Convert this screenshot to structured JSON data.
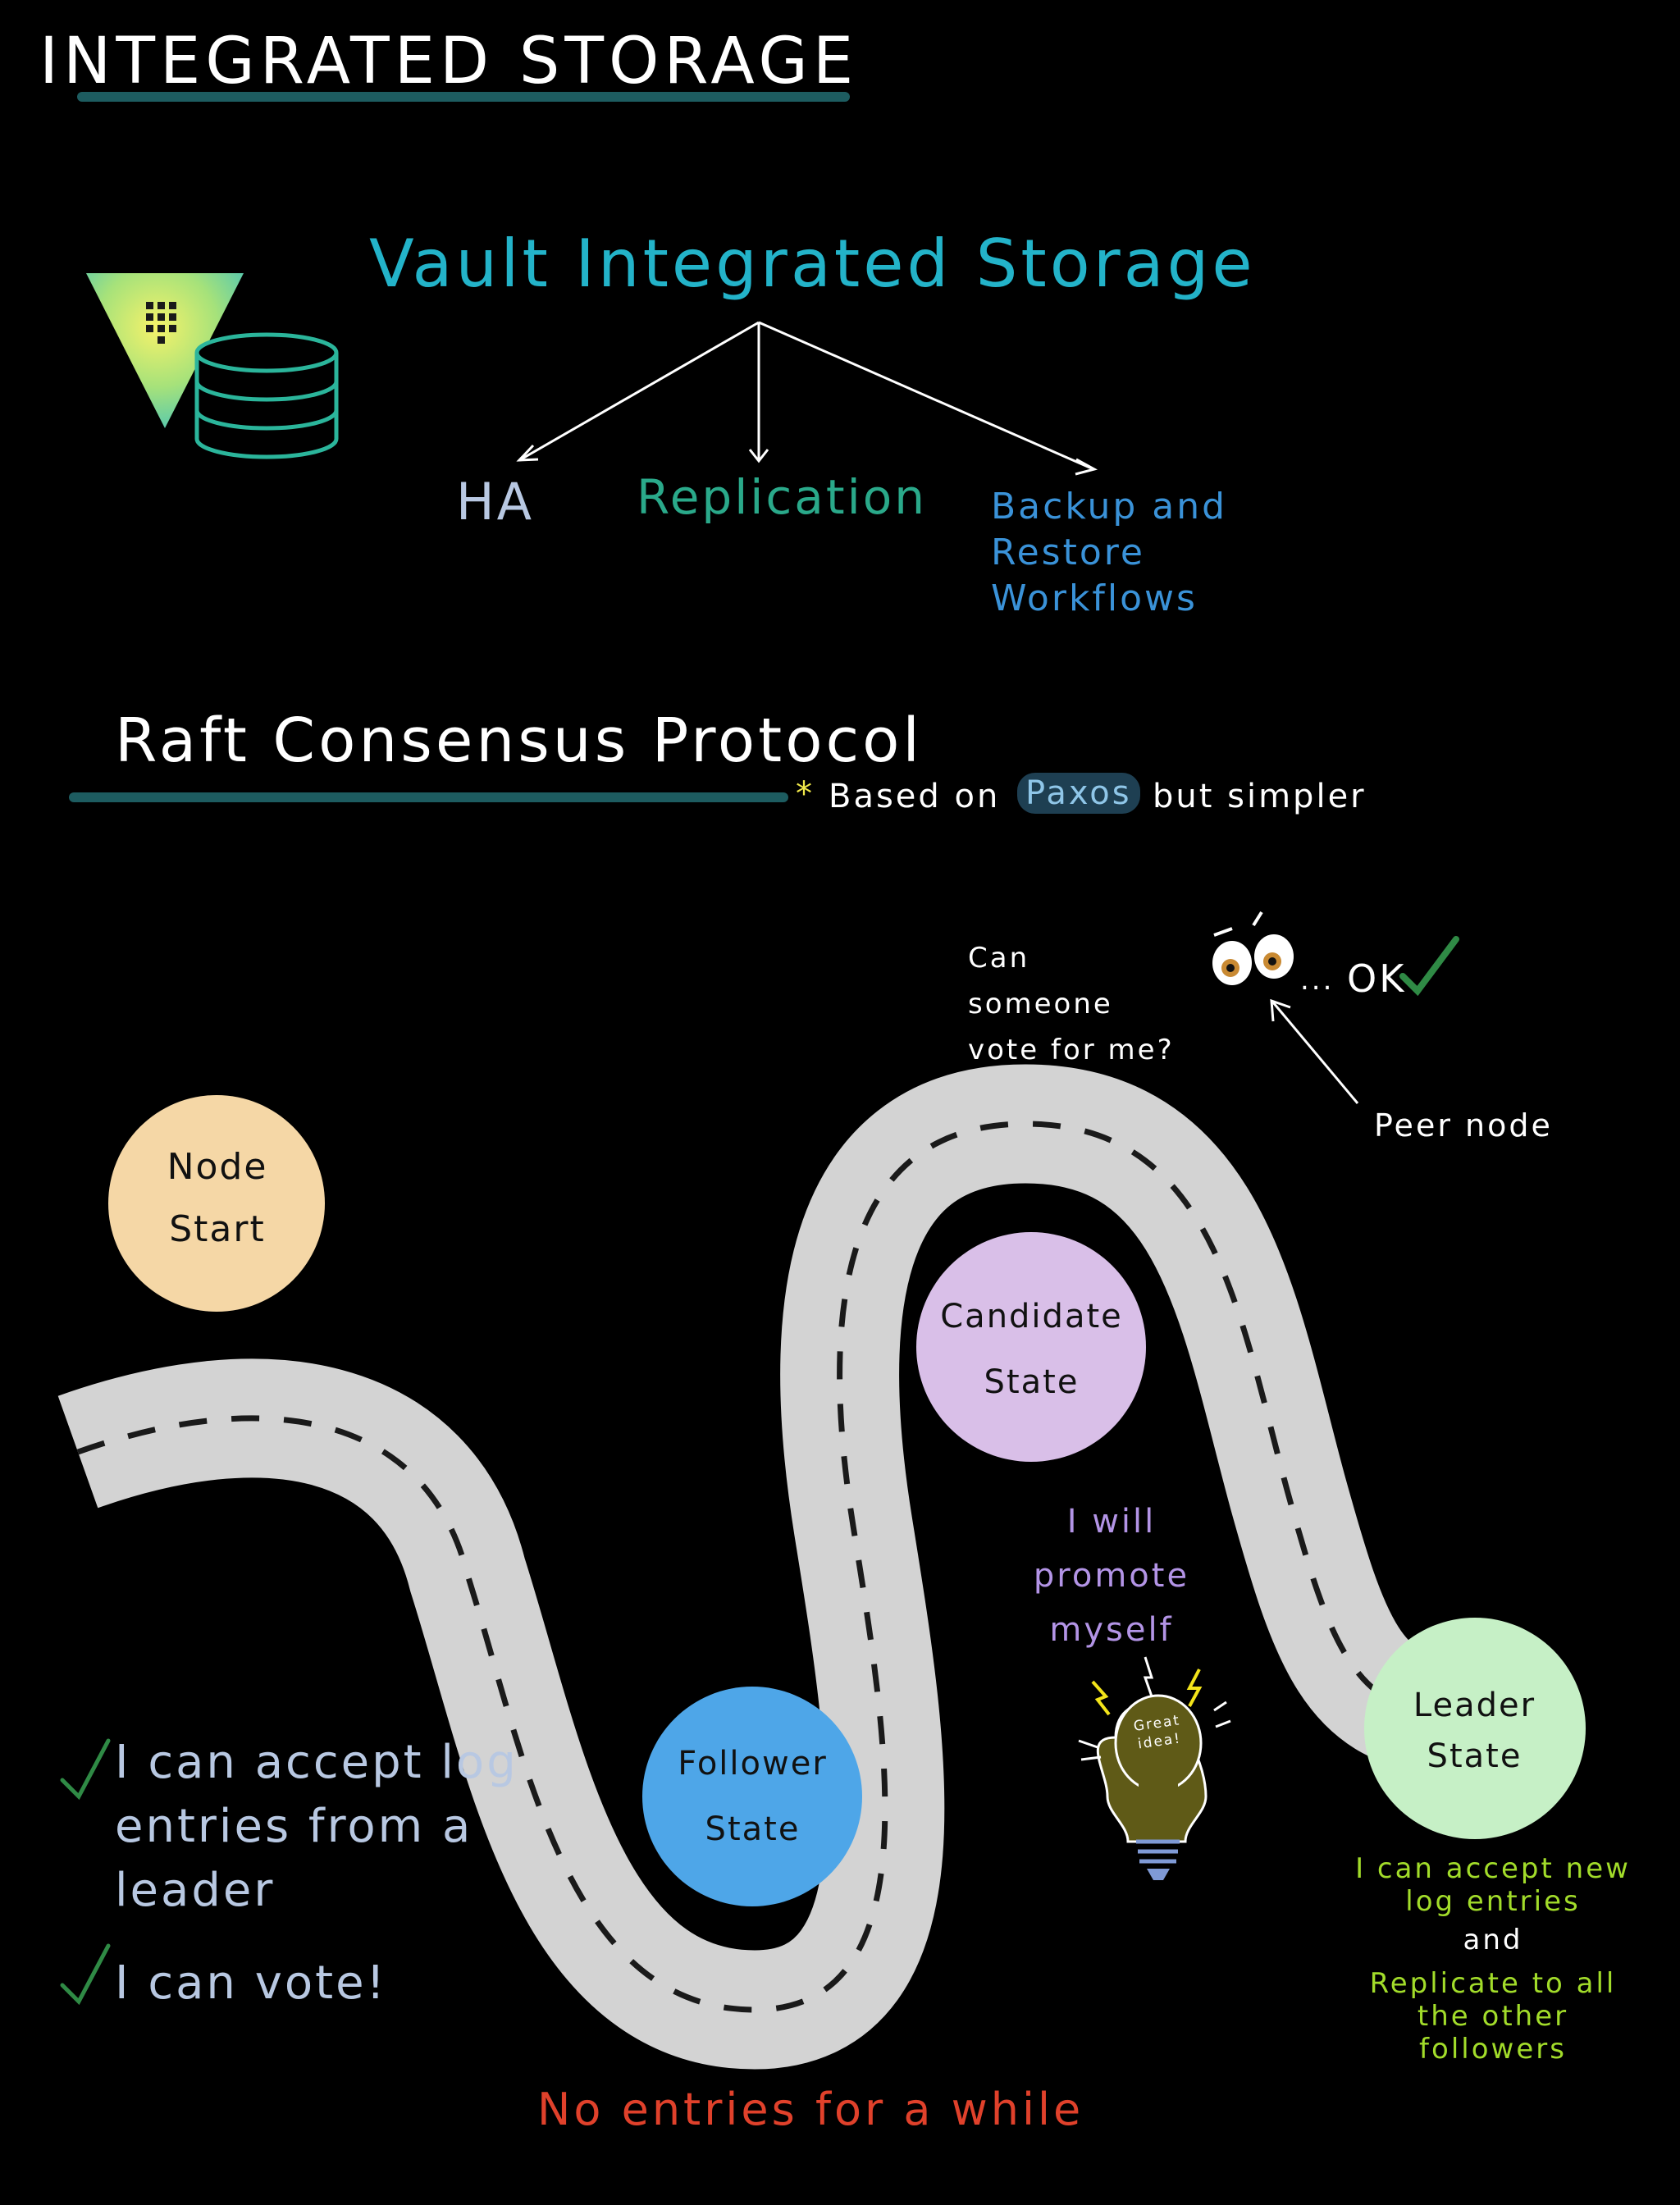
{
  "header": {
    "title": "INTEGRATED STORAGE"
  },
  "vault_section": {
    "title": "Vault Integrated Storage",
    "branches": {
      "ha": "HA",
      "replication": "Replication",
      "backup": "Backup and Restore Workflows"
    }
  },
  "raft_section": {
    "title": "Raft Consensus Protocol",
    "note_star": "*",
    "note_prefix": "Based on",
    "note_highlight": "Paxos",
    "note_suffix": "but simpler"
  },
  "peer": {
    "question": "Can someone vote for me?",
    "dots": "...",
    "ok": "OK",
    "label": "Peer node"
  },
  "states": {
    "node_start": "Node Start",
    "follower": "Follower State",
    "candidate": "Candidate State",
    "leader": "Leader State"
  },
  "notes": {
    "follower_log": "I can accept log entries from a leader",
    "follower_vote": "I can vote!",
    "candidate": "I will promote myself",
    "leader_accept": "I can accept new log entries",
    "leader_and": "and",
    "leader_replicate": "Replicate to all the other followers",
    "no_entries": "No entries for a while",
    "great_idea": "Great idea!"
  },
  "colors": {
    "teal_title": "#23b3c9",
    "underline": "#1d5c60",
    "node_start": "#f5d7a6",
    "follower": "#4ea6e8",
    "candidate": "#d9bfe8",
    "leader": "#c6f0c6",
    "road": "#d3d3d3",
    "red_note": "#e0412b",
    "green_note": "#a2dc2a"
  }
}
